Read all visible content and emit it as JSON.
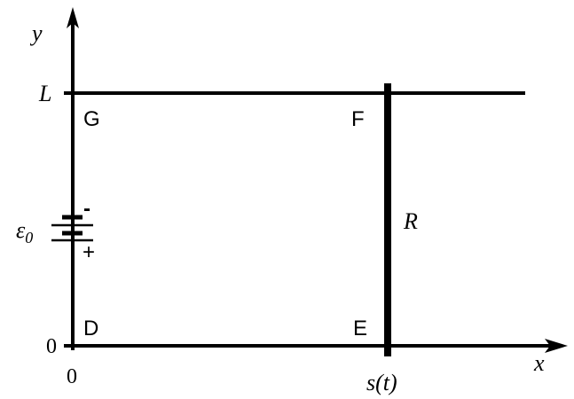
{
  "axes": {
    "x_label": "x",
    "y_label": "y",
    "origin_x": "0",
    "origin_y": "0",
    "y_tick": "L",
    "x_tick": "s(t)"
  },
  "corners": {
    "G": "G",
    "F": "F",
    "D": "D",
    "E": "E"
  },
  "resistor_label": "R",
  "battery": {
    "label": "ε0",
    "label_main": "ε",
    "label_sub": "0",
    "minus": "-",
    "plus": "+"
  }
}
